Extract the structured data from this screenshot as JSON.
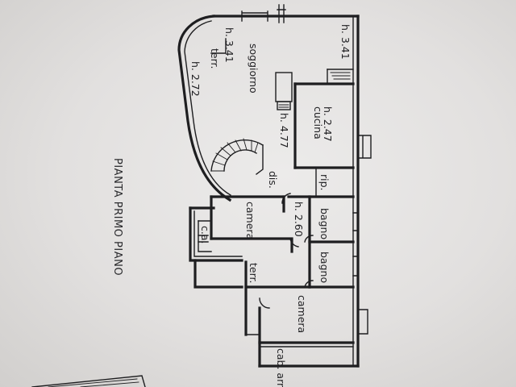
{
  "title": "PIANTA PRIMO PIANO",
  "rooms": {
    "terr_top": "terr.",
    "soggiorno": "soggiorno",
    "cucina": "cucina",
    "dis": "dis.",
    "rip": "rip.",
    "camera_1": "camera",
    "ca": "c.a.",
    "bagno_1": "bagno",
    "bagno_2": "bagno",
    "terr_bottom": "terr.",
    "camera_2": "camera",
    "cab_arm": "cab. arm."
  },
  "heights": {
    "h341_left": "h. 3.41",
    "h272": "h. 2.72",
    "h341_right": "h. 3.41",
    "h477": "h. 4.77",
    "h247": "h. 2.47",
    "h260": "h. 2.60"
  },
  "colors": {
    "paper": "#e6e4e3",
    "ink": "#1e1e20"
  }
}
